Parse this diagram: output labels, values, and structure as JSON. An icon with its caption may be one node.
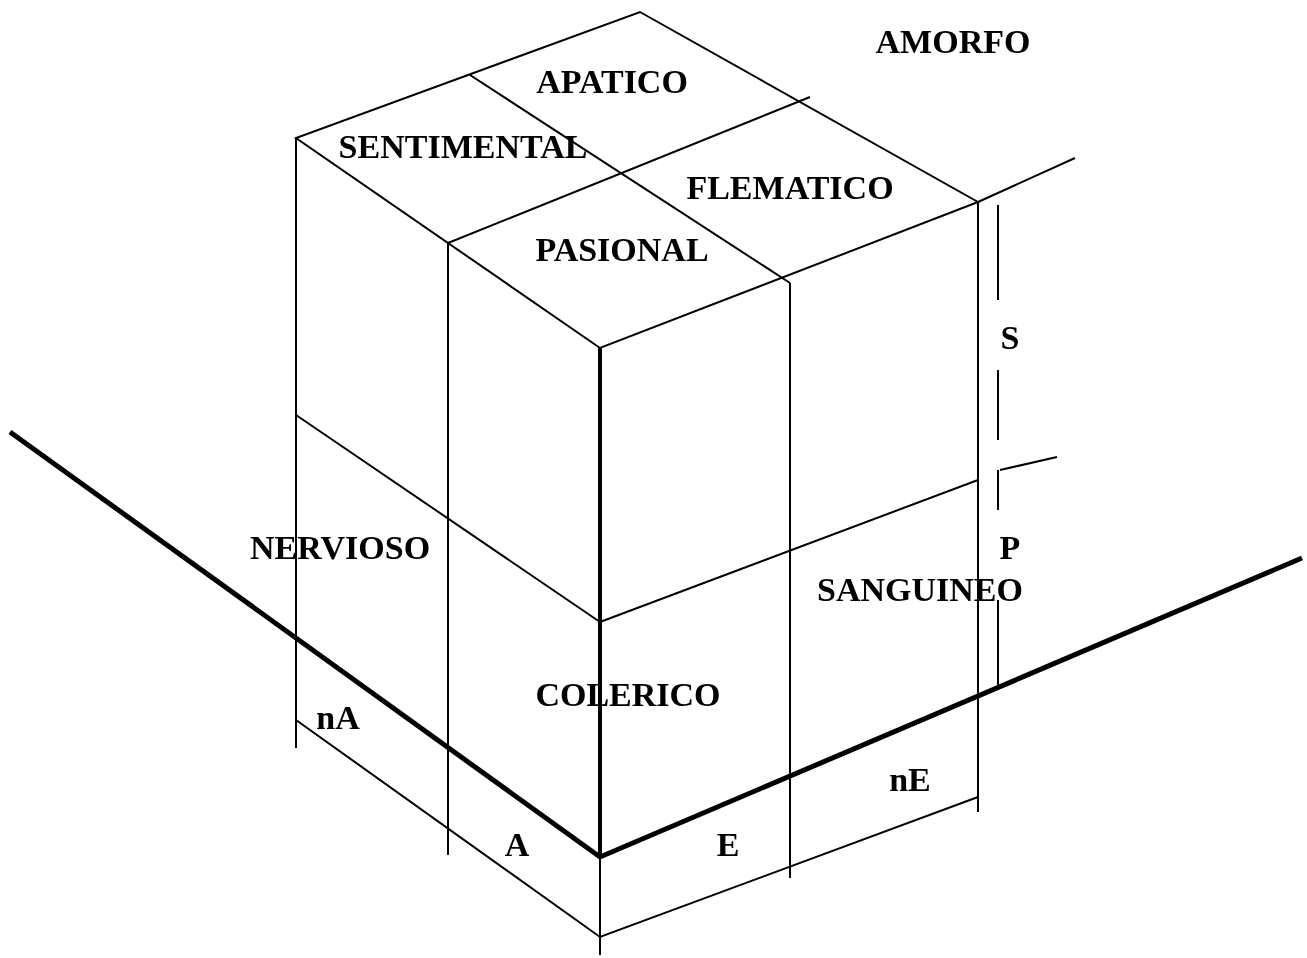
{
  "diagram": {
    "labels": [
      "AMORFO",
      "APATICO",
      "SENTIMENTAL",
      "FLEMATICO",
      "PASIONAL",
      "S",
      "NERVIOSO",
      "P",
      "SANGUINEO",
      "COLERICO",
      "nA",
      "nE",
      "A",
      "E"
    ]
  }
}
